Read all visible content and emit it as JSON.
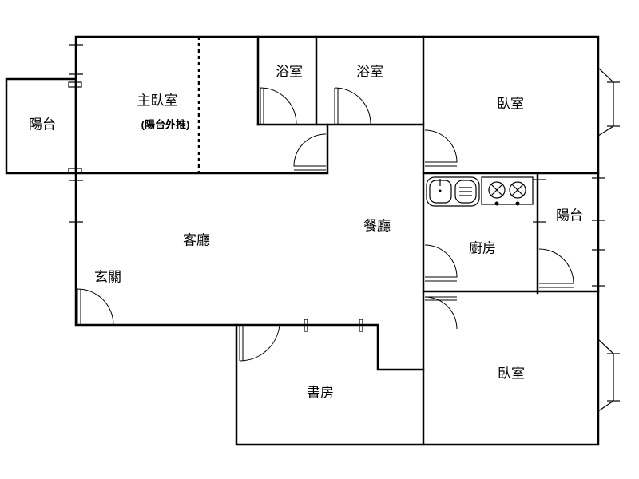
{
  "floorplan": {
    "rooms": {
      "balcony_west": "陽台",
      "master_bedroom": "主臥室",
      "master_note": "(陽台外推)",
      "bath_1": "浴室",
      "bath_2": "浴室",
      "bedroom_ne": "臥室",
      "living_room": "客廳",
      "dining_room": "餐廳",
      "entrance": "玄關",
      "kitchen": "廚房",
      "balcony_east": "陽台",
      "study": "書房",
      "bedroom_se": "臥室"
    }
  }
}
